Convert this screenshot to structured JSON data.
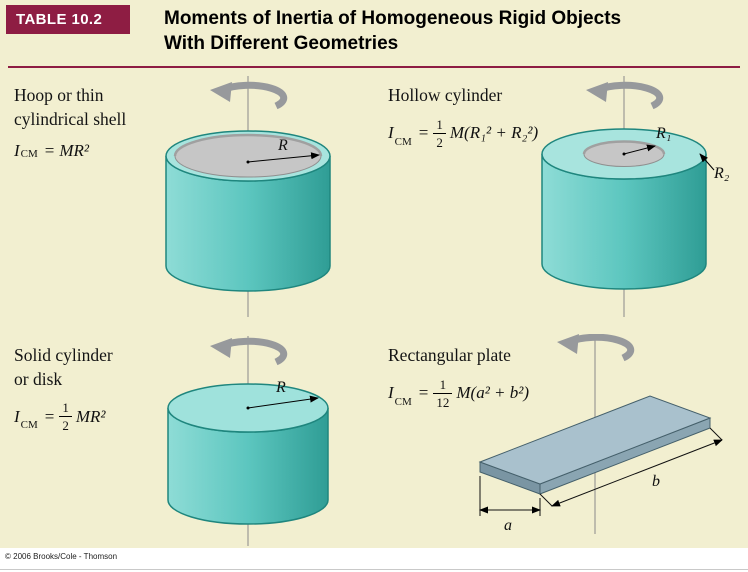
{
  "header": {
    "badge": "TABLE 10.2",
    "title_line1": "Moments of Inertia of Homogeneous Rigid Objects",
    "title_line2": "With Different Geometries"
  },
  "colors": {
    "accent_maroon": "#8e1d43",
    "panel_background": "#f2efd0",
    "cylinder_teal": "#5cc6bf",
    "cylinder_top": "#a8e4de",
    "hollow_gray": "#c6c6c6",
    "plate_blue_gray": "#a9c1cd",
    "rotation_arrow_gray": "#97999c"
  },
  "cells": [
    {
      "name_line1": "Hoop or thin",
      "name_line2": "cylindrical shell",
      "formula": {
        "lhs": "I",
        "lhs_sub": "CM",
        "equals": "=",
        "rhs": "MR²"
      },
      "labels": {
        "radius": "R"
      }
    },
    {
      "name_line1": "Hollow cylinder",
      "name_line2": "",
      "formula": {
        "lhs": "I",
        "lhs_sub": "CM",
        "equals": "=",
        "frac_num": "1",
        "frac_den": "2",
        "rhs": "M(R₁² + R₂²)"
      },
      "labels": {
        "inner_radius": "R₁",
        "outer_radius": "R₂"
      }
    },
    {
      "name_line1": "Solid cylinder",
      "name_line2": "or disk",
      "formula": {
        "lhs": "I",
        "lhs_sub": "CM",
        "equals": "=",
        "frac_num": "1",
        "frac_den": "2",
        "rhs": "MR²"
      },
      "labels": {
        "radius": "R"
      }
    },
    {
      "name_line1": "Rectangular plate",
      "name_line2": "",
      "formula": {
        "lhs": "I",
        "lhs_sub": "CM",
        "equals": "=",
        "frac_num": "1",
        "frac_den": "12",
        "rhs": "M(a² + b²)"
      },
      "labels": {
        "width": "a",
        "length": "b"
      }
    }
  ],
  "footer": {
    "copyright": "© 2006 Brooks/Cole - Thomson"
  }
}
